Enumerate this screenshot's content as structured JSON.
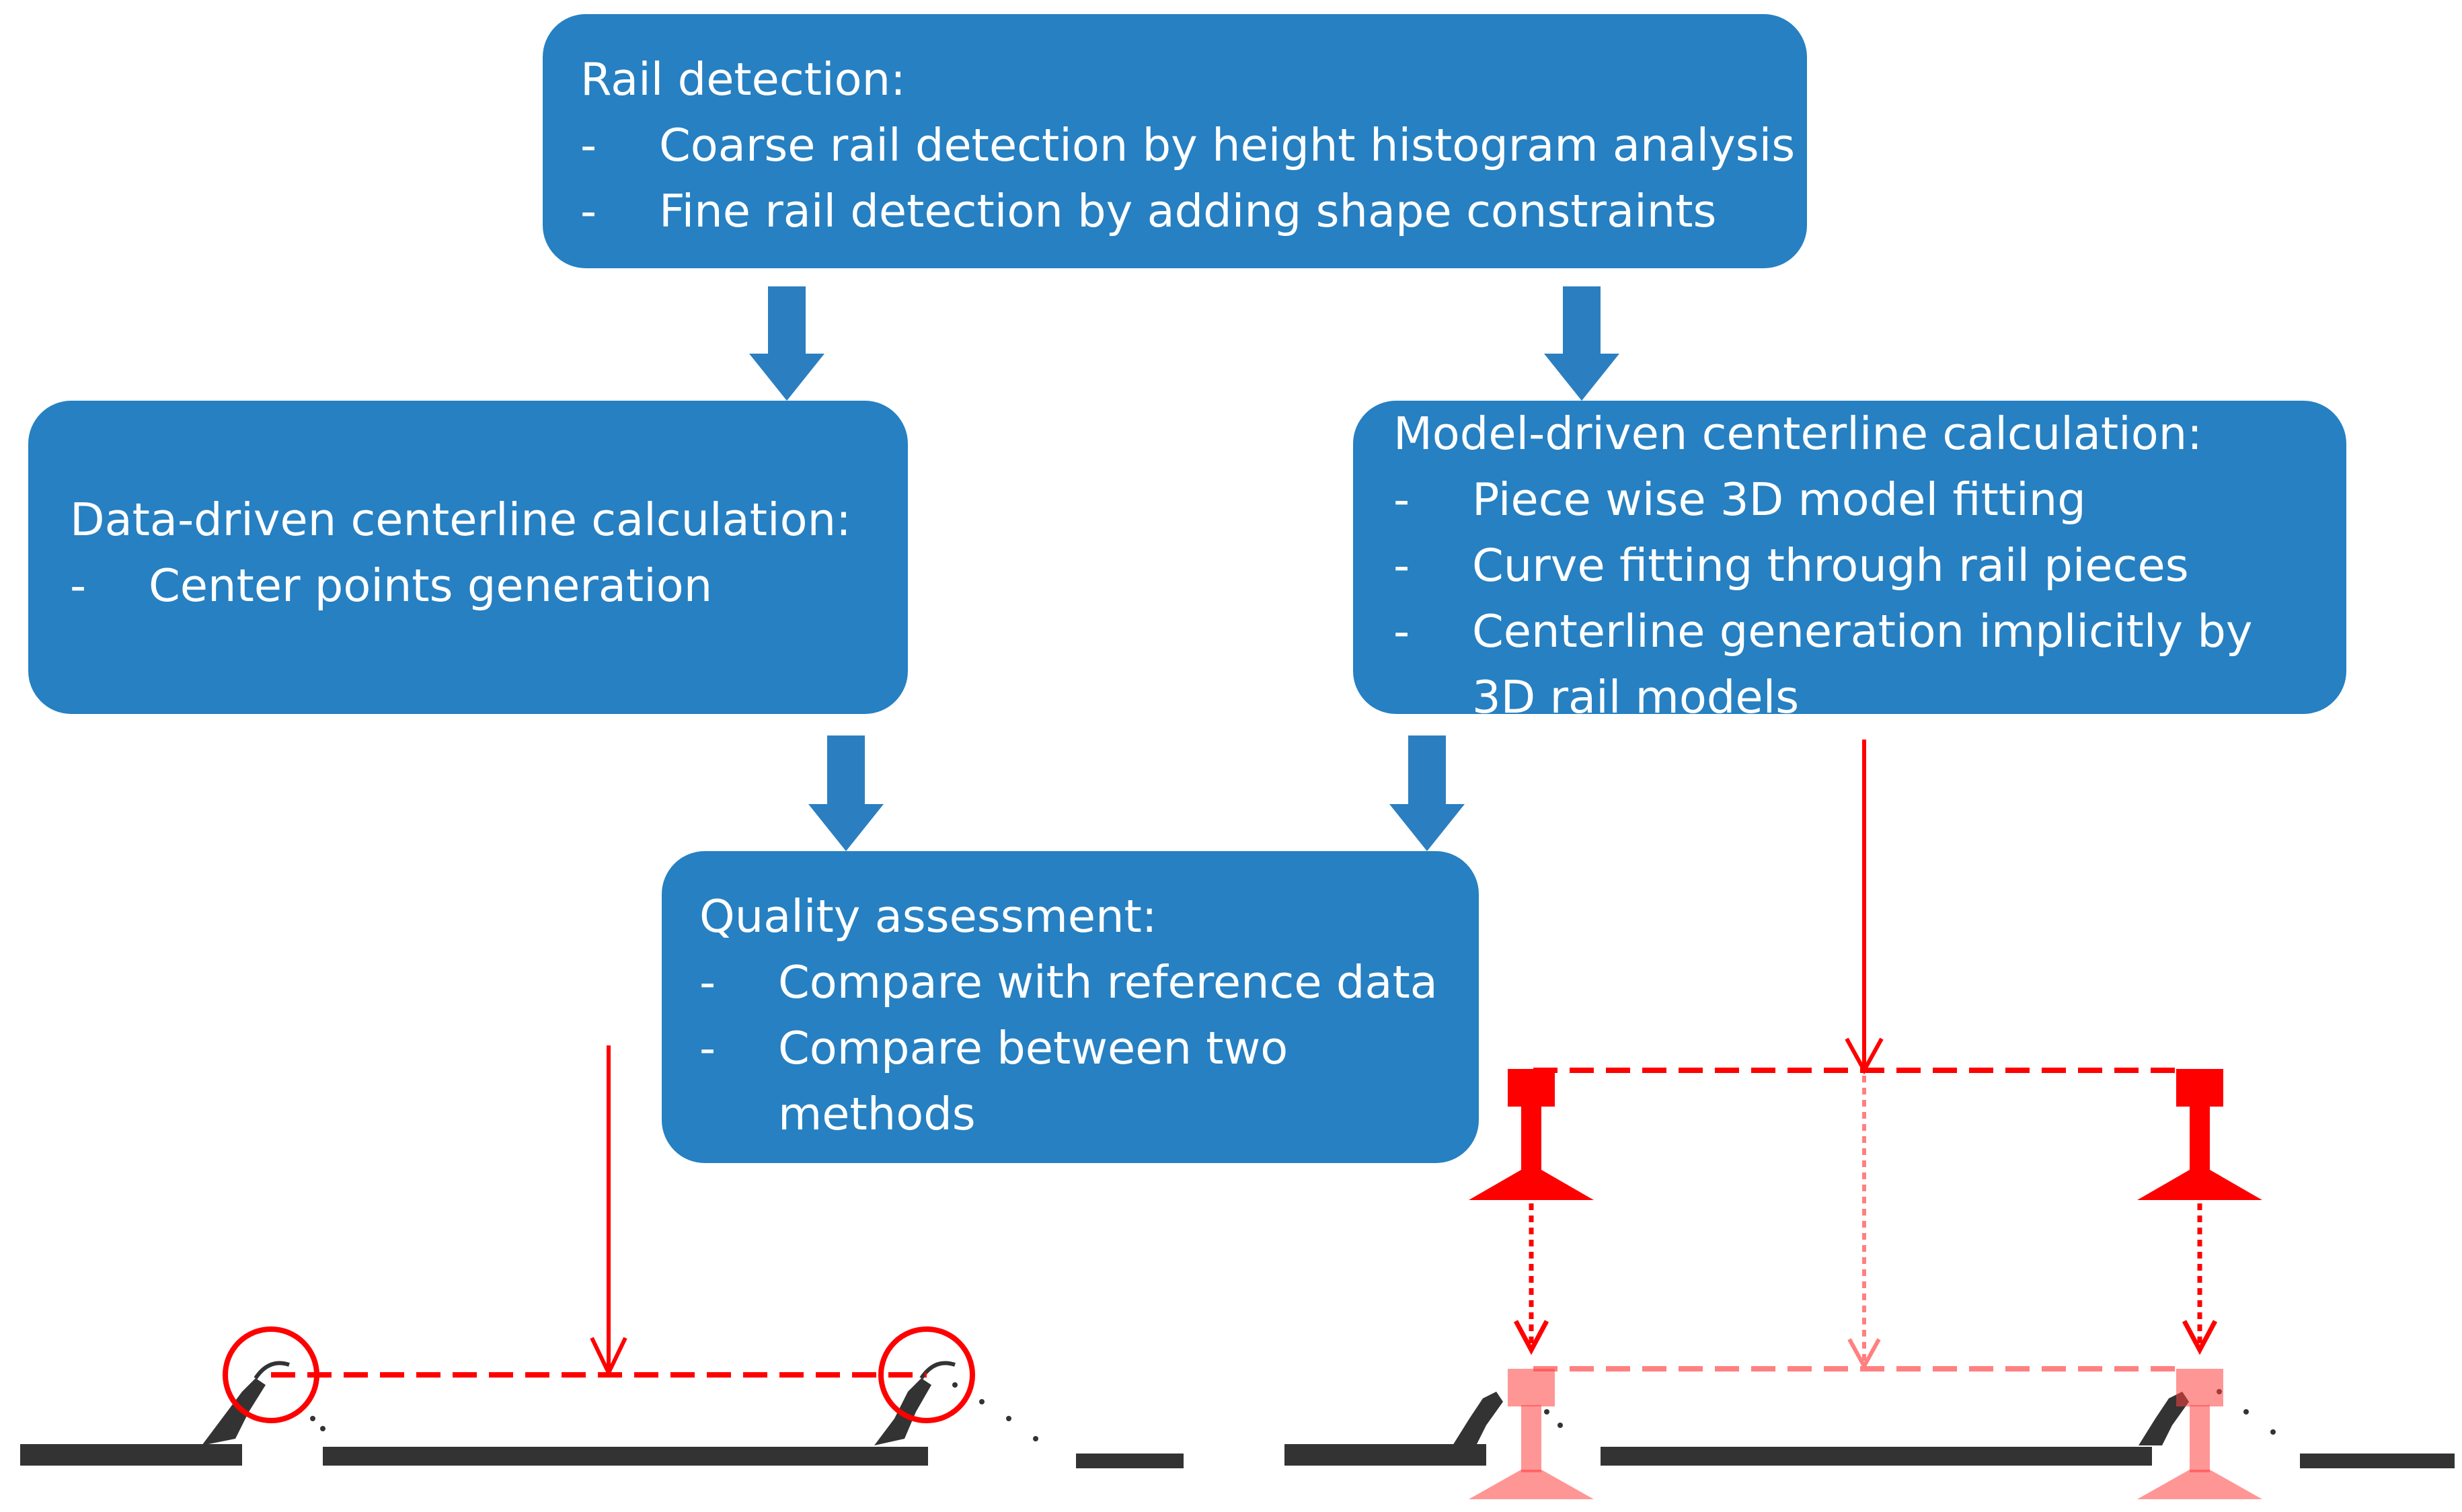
{
  "boxes": {
    "rail_detection": {
      "title": "Rail detection:",
      "items": [
        "Coarse rail detection by height histogram analysis",
        "Fine rail detection by adding shape constraints"
      ]
    },
    "data_driven": {
      "title": "Data-driven centerline calculation:",
      "items": [
        "Center points generation"
      ]
    },
    "model_driven": {
      "title": "Model-driven centerline calculation:",
      "items": [
        "Piece wise 3D model fitting",
        "Curve fitting through rail pieces",
        "Centerline generation implicitly by",
        "3D rail models"
      ]
    },
    "quality": {
      "title": "Quality assessment:",
      "items": [
        "Compare with reference data",
        "Compare between two",
        "methods"
      ]
    }
  },
  "bullet": "-",
  "colors": {
    "box_fill": "#2680c2",
    "box_text": "#ffffff",
    "arrow_blue": "#2b7fc1",
    "annotation_red": "#ff0000",
    "annotation_light_red": "#ff8080",
    "point_cloud": "#333333"
  }
}
